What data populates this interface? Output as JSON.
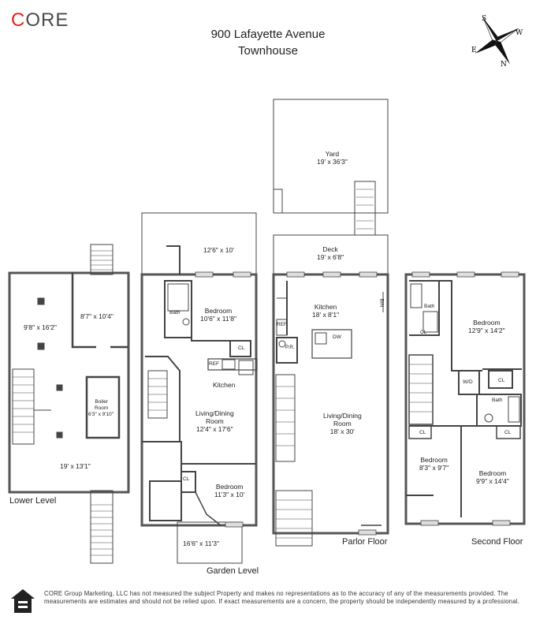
{
  "brand": {
    "logo_first": "C",
    "logo_rest": "ORE",
    "accent": "#e2231a"
  },
  "header": {
    "line1": "900 Lafayette Avenue",
    "line2": "Townhouse"
  },
  "compass": {
    "s": "S",
    "w": "W",
    "e": "E",
    "n": "N"
  },
  "floors": {
    "lower": "Lower Level",
    "garden": "Garden Level",
    "parlor": "Parlor Floor",
    "second": "Second Floor"
  },
  "rooms": {
    "lower_room1": "9'8\" x 16'2\"",
    "lower_room2": "8'7\" x 10'4\"",
    "boiler_name": "Boiler\nRoom",
    "boiler_dim": "6'3\" x 9'10\"",
    "lower_main": "19' x 13'1\"",
    "garden_yard": "12'6\" x 10'",
    "garden_bath": "Bath",
    "garden_bedroom": "Bedroom\n10'6\" x 11'8\"",
    "garden_cl1": "CL",
    "garden_ref": "REF",
    "garden_kitchen": "Kitchen",
    "garden_living": "Living/Dining\nRoom\n12'4\" x 17'6\"",
    "garden_cl2": "CL",
    "garden_bedroom2": "Bedroom\n11'3\" x 10'",
    "garden_front": "16'6\" x 11'3\"",
    "yard": "Yard\n19' x 36'3\"",
    "deck": "Deck\n19' x 6'8\"",
    "parlor_kitchen": "Kitchen\n18' x 8'1\"",
    "parlor_bin": "BIN",
    "parlor_ref": "REF",
    "parlor_dw": "DW",
    "parlor_pr": "P.R.",
    "parlor_living": "Living/Dining\nRoom\n18' x 30'",
    "second_bath1": "Bath",
    "second_cl1": "CL",
    "second_bedroom1": "Bedroom\n12'9\" x 14'2\"",
    "second_wd": "W/D",
    "second_cl2": "CL",
    "second_bath2": "Bath",
    "second_cl3": "CL",
    "second_cl4": "CL",
    "second_bedroom2": "Bedroom\n8'3\" x 9'7\"",
    "second_bedroom3": "Bedroom\n9'9\" x 14'4\""
  },
  "disclaimer": "CORE Group Marketing, LLC has not measured the subject Property and makes no representations as to the accuracy of any of the measurements provided. The measurements are estimates and should not be relied upon. If exact measurements are a concern, the property should be independently measured by a professional."
}
